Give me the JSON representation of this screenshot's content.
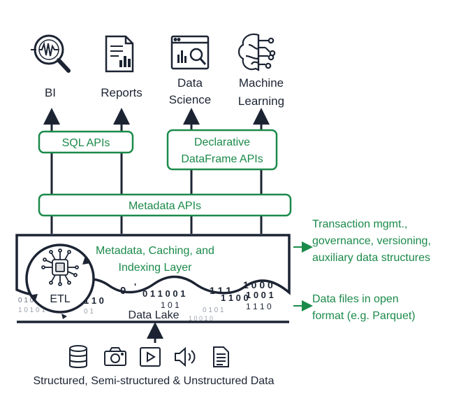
{
  "consumers": [
    {
      "label_lines": [
        "BI"
      ],
      "icon": "magnifier-waveform-icon"
    },
    {
      "label_lines": [
        "Reports"
      ],
      "icon": "report-document-icon"
    },
    {
      "label_lines": [
        "Data",
        "Science"
      ],
      "icon": "data-science-window-icon"
    },
    {
      "label_lines": [
        "Machine",
        "Learning"
      ],
      "icon": "brain-circuit-icon"
    }
  ],
  "apis": {
    "sql": "SQL APIs",
    "declarative_line1": "Declarative",
    "declarative_line2": "DataFrame APIs",
    "metadata": "Metadata APIs"
  },
  "metadata_layer": {
    "line1": "Metadata, Caching, and",
    "line2": "Indexing Layer"
  },
  "etl_label": "ETL",
  "data_lake_label": "Data Lake",
  "side_notes": {
    "transaction_lines": [
      "Transaction mgmt.,",
      "governance, versioning,",
      "auxiliary data structures"
    ],
    "files_lines": [
      "Data files in open",
      "format (e.g. Parquet)"
    ]
  },
  "sources": {
    "icons": [
      "database-icon",
      "camera-icon",
      "video-play-icon",
      "audio-speaker-icon",
      "text-document-icon"
    ],
    "caption": "Structured, Semi-structured & Unstructured Data"
  },
  "colors": {
    "dark": "#1c2433",
    "green": "#1b8a4a"
  }
}
